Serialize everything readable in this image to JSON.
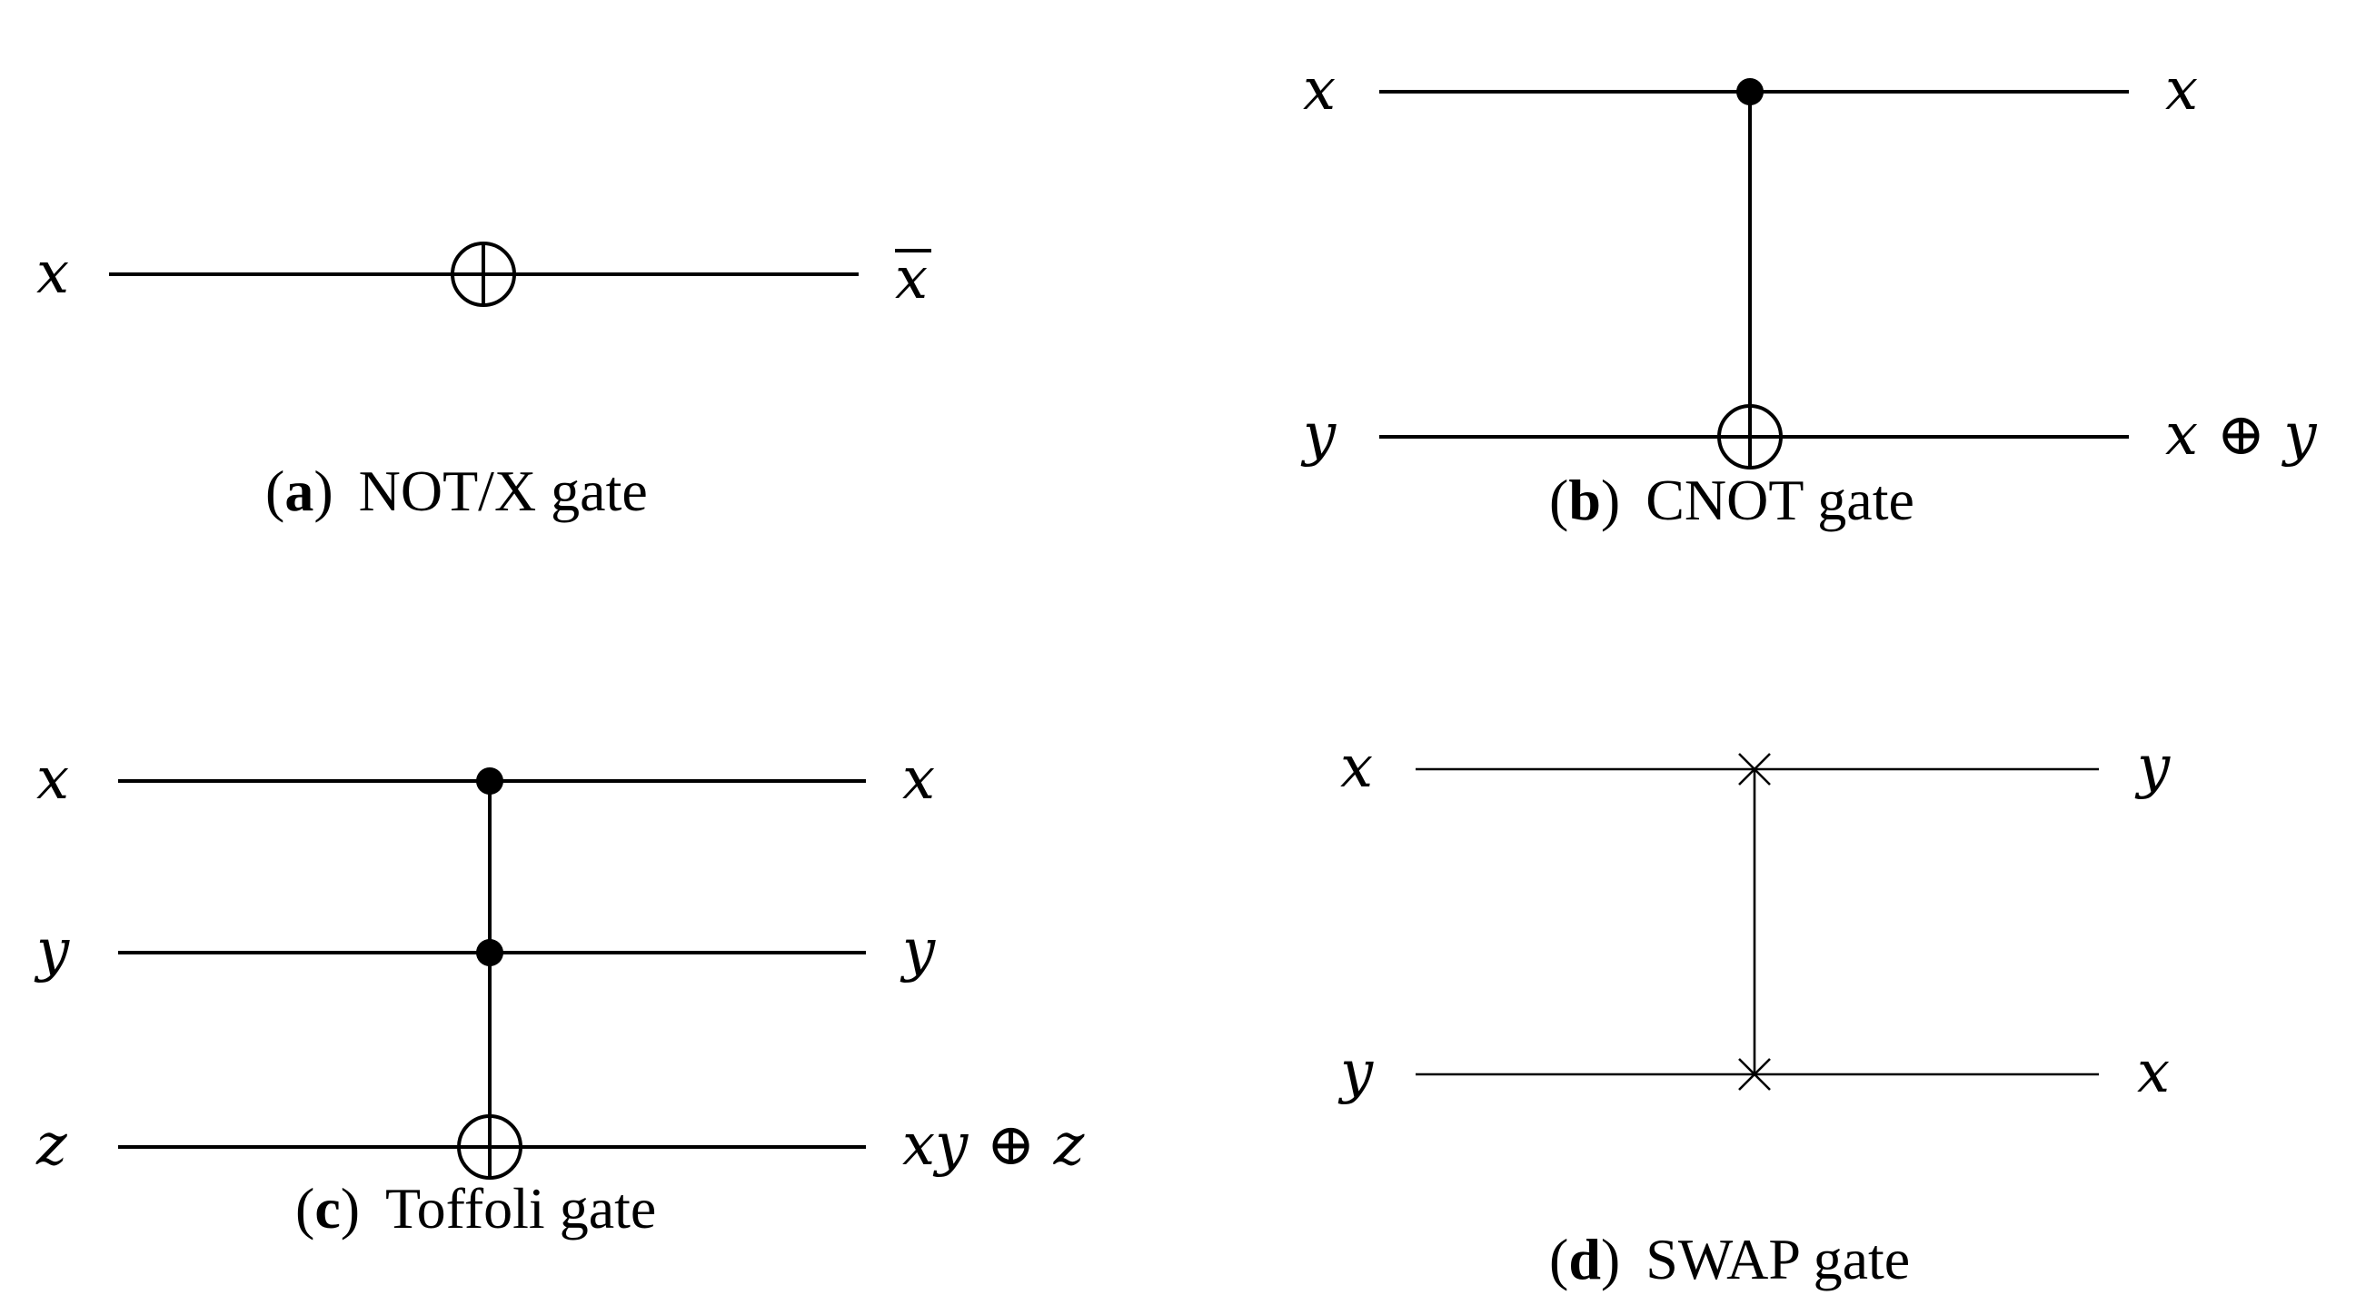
{
  "panels": {
    "a": {
      "inputs": [
        "x"
      ],
      "outputs": [
        "x"
      ],
      "caption_letter": "a",
      "caption_text": "NOT/X gate"
    },
    "b": {
      "inputs": [
        "x",
        "y"
      ],
      "outputs": [
        "x",
        "x ⊕ y"
      ],
      "caption_letter": "b",
      "caption_text": "CNOT gate"
    },
    "c": {
      "inputs": [
        "x",
        "y",
        "z"
      ],
      "outputs": [
        "x",
        "y",
        "xy ⊕ z"
      ],
      "caption_letter": "c",
      "caption_text": "Toffoli gate"
    },
    "d": {
      "inputs": [
        "x",
        "y"
      ],
      "outputs": [
        "y",
        "x"
      ],
      "caption_letter": "d",
      "caption_text": "SWAP gate"
    }
  }
}
